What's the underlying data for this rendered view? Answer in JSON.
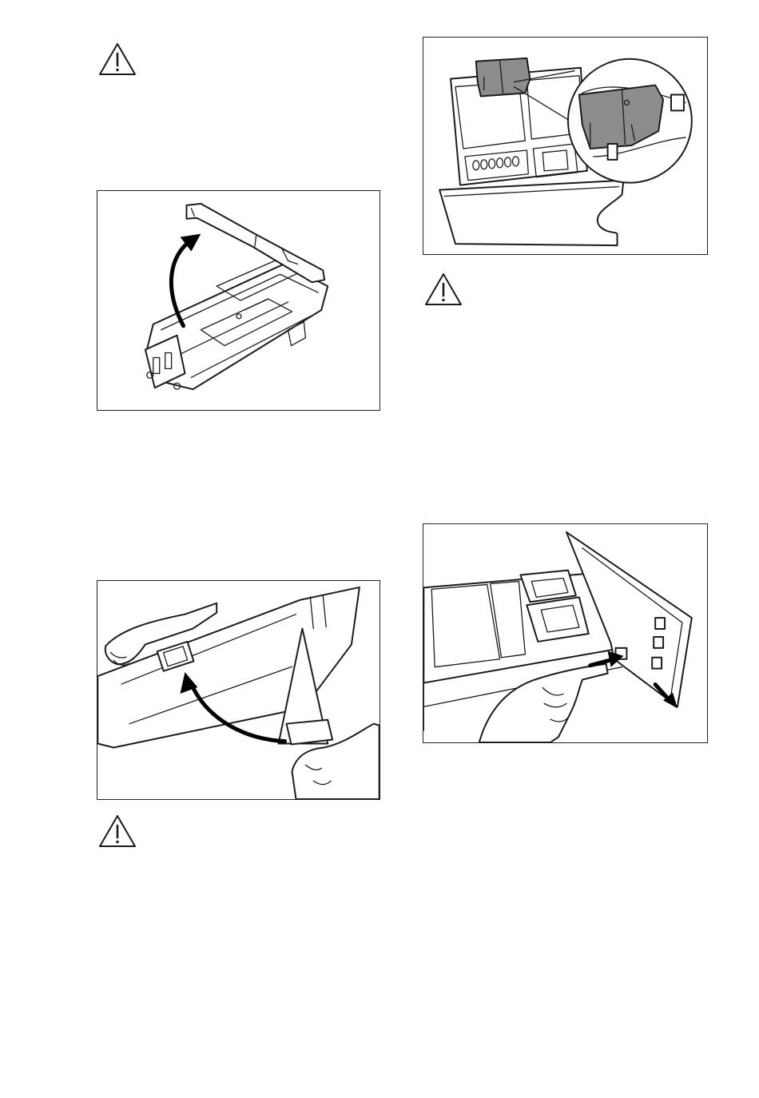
{
  "page": {
    "background": "#ffffff",
    "line_color": "#1a1a1a",
    "part_highlight_color": "#8c8c8c"
  },
  "icons": {
    "warning": "warning-triangle-icon",
    "curved_arrow": "curved-arrow-icon",
    "straight_arrow": "straight-arrow-icon"
  },
  "figures": [
    {
      "id": "lift-cover",
      "depicts": "dispenser-insert-cover-lifted"
    },
    {
      "id": "remove-siphon",
      "depicts": "siphon-insert-pulled-out"
    },
    {
      "id": "drawer-detail",
      "depicts": "drawer-with-magnified-siphon-part"
    },
    {
      "id": "drawer-release",
      "depicts": "drawer-release-latch-pressed"
    }
  ]
}
